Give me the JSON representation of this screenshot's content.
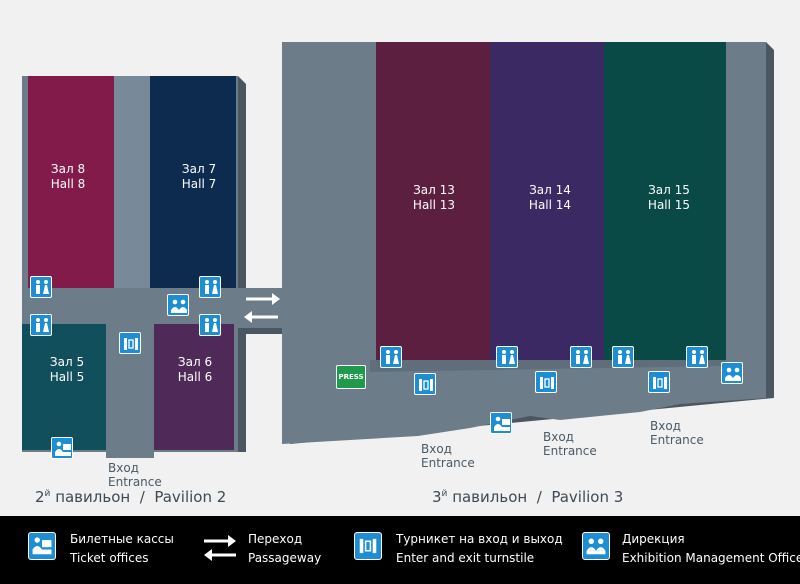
{
  "pavilions": {
    "pavilion2": {
      "title_ru": "павильон",
      "number": "2",
      "sup": "й",
      "title_en": "Pavilion 2",
      "entrance_ru": "Вход",
      "entrance_en": "Entrance"
    },
    "pavilion3": {
      "title_ru": "павильон",
      "number": "3",
      "sup": "й",
      "title_en": "Pavilion 3",
      "entrances": [
        {
          "ru": "Вход",
          "en": "Entrance"
        },
        {
          "ru": "Вход",
          "en": "Entrance"
        },
        {
          "ru": "Вход",
          "en": "Entrance"
        }
      ]
    }
  },
  "halls": {
    "hall8": {
      "ru": "Зал 8",
      "en": "Hall 8",
      "color": "#821b49"
    },
    "hall7": {
      "ru": "Зал 7",
      "en": "Hall 7",
      "color": "#0c2b4f"
    },
    "hall5": {
      "ru": "Зал 5",
      "en": "Hall 5",
      "color": "#124f5d"
    },
    "hall6": {
      "ru": "Зал 6",
      "en": "Hall 6",
      "color": "#4f2a58"
    },
    "hall13": {
      "ru": "Зал 13",
      "en": "Hall 13",
      "color": "#5c1f40"
    },
    "hall14": {
      "ru": "Зал 14",
      "en": "Hall 14",
      "color": "#3a2962"
    },
    "hall15": {
      "ru": "Зал 15",
      "en": "Hall 15",
      "color": "#094a46"
    }
  },
  "press": {
    "label": "PRESS",
    "color": "#1e9a4a"
  },
  "colors": {
    "floor": "#6c7c89",
    "floor_dark": "#4a5762",
    "icon_blue": "#1d8ed3",
    "background": "#f1f1f1"
  },
  "icons": {
    "restroom": "restroom-icon",
    "ticket": "ticket-office-icon",
    "turnstile": "turnstile-icon",
    "management": "management-office-icon",
    "passage": "passageway-icon"
  },
  "legend": {
    "ticket_offices": {
      "ru": "Билетные кассы",
      "en": "Ticket offices"
    },
    "passageway": {
      "ru": "Переход",
      "en": "Passageway"
    },
    "turnstile": {
      "ru": "Турникет на вход и выход",
      "en": "Enter and exit turnstile"
    },
    "management": {
      "ru": "Дирекция",
      "en": "Exhibition Management Office"
    }
  }
}
